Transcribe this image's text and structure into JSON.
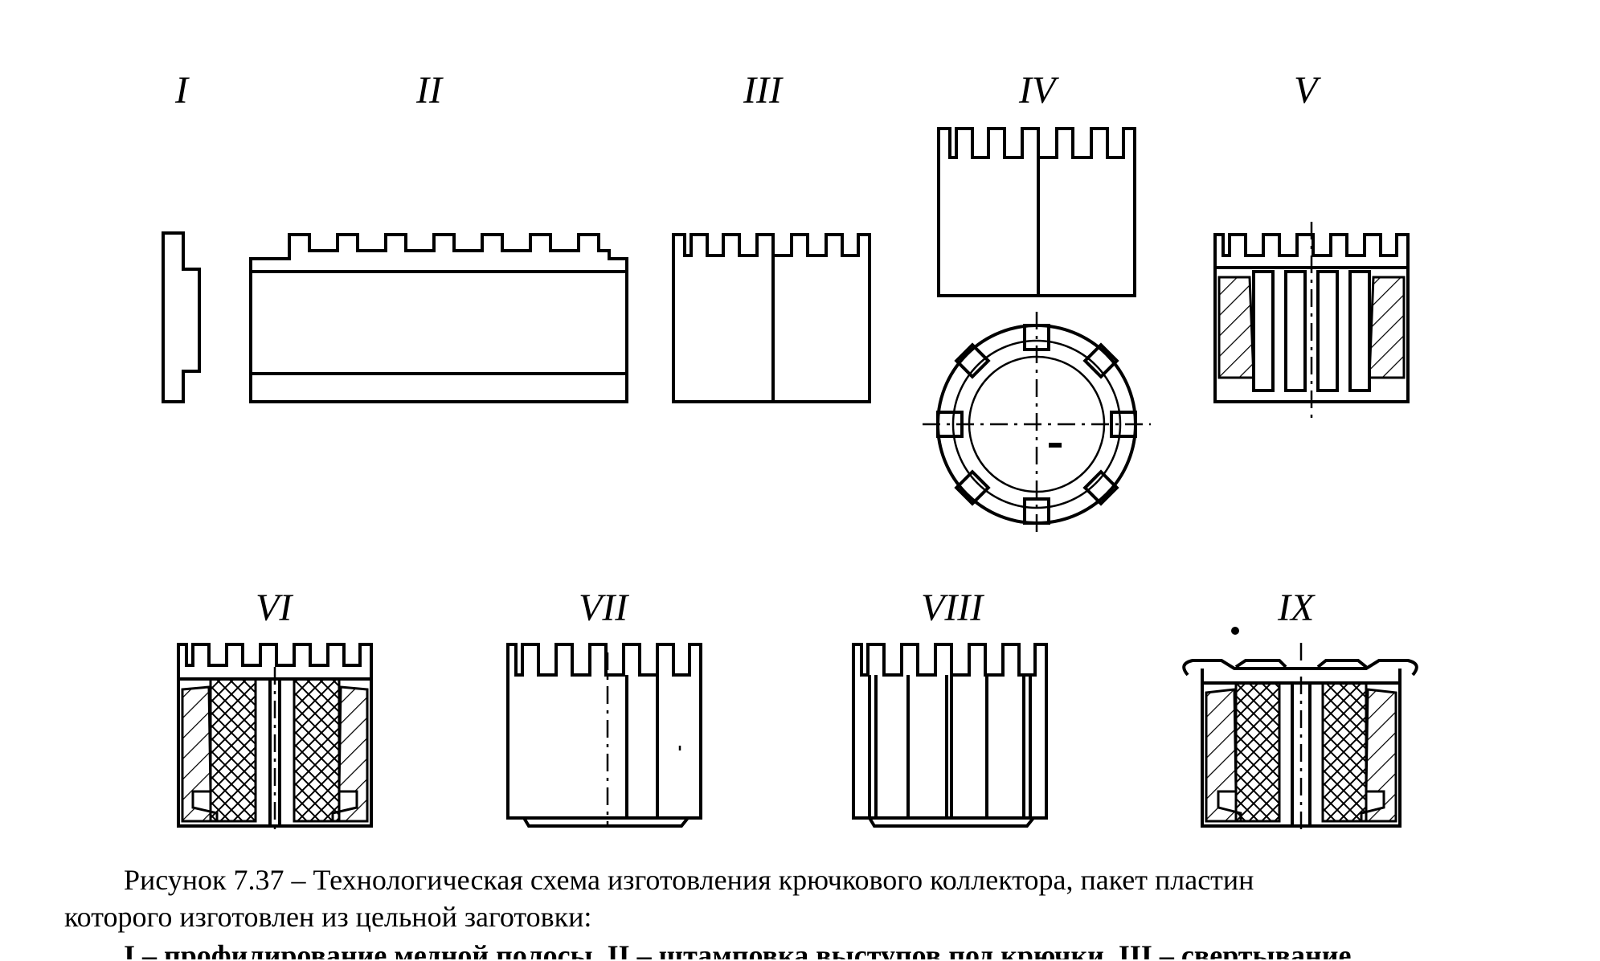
{
  "stages": {
    "s1": "I",
    "s2": "II",
    "s3": "III",
    "s4": "IV",
    "s5": "V",
    "s6": "VI",
    "s7": "VII",
    "s8": "VIII",
    "s9": "IX"
  },
  "caption": {
    "line1": "Рисунок 7.37 – Технологическая схема изготовления крючкового коллектора, пакет пластин",
    "line2": "которого изготовлен из цельной заготовки:",
    "line3_partial": "I – профилирование медной полосы, II – штамповка выступов под крючки, III – свертывание"
  }
}
